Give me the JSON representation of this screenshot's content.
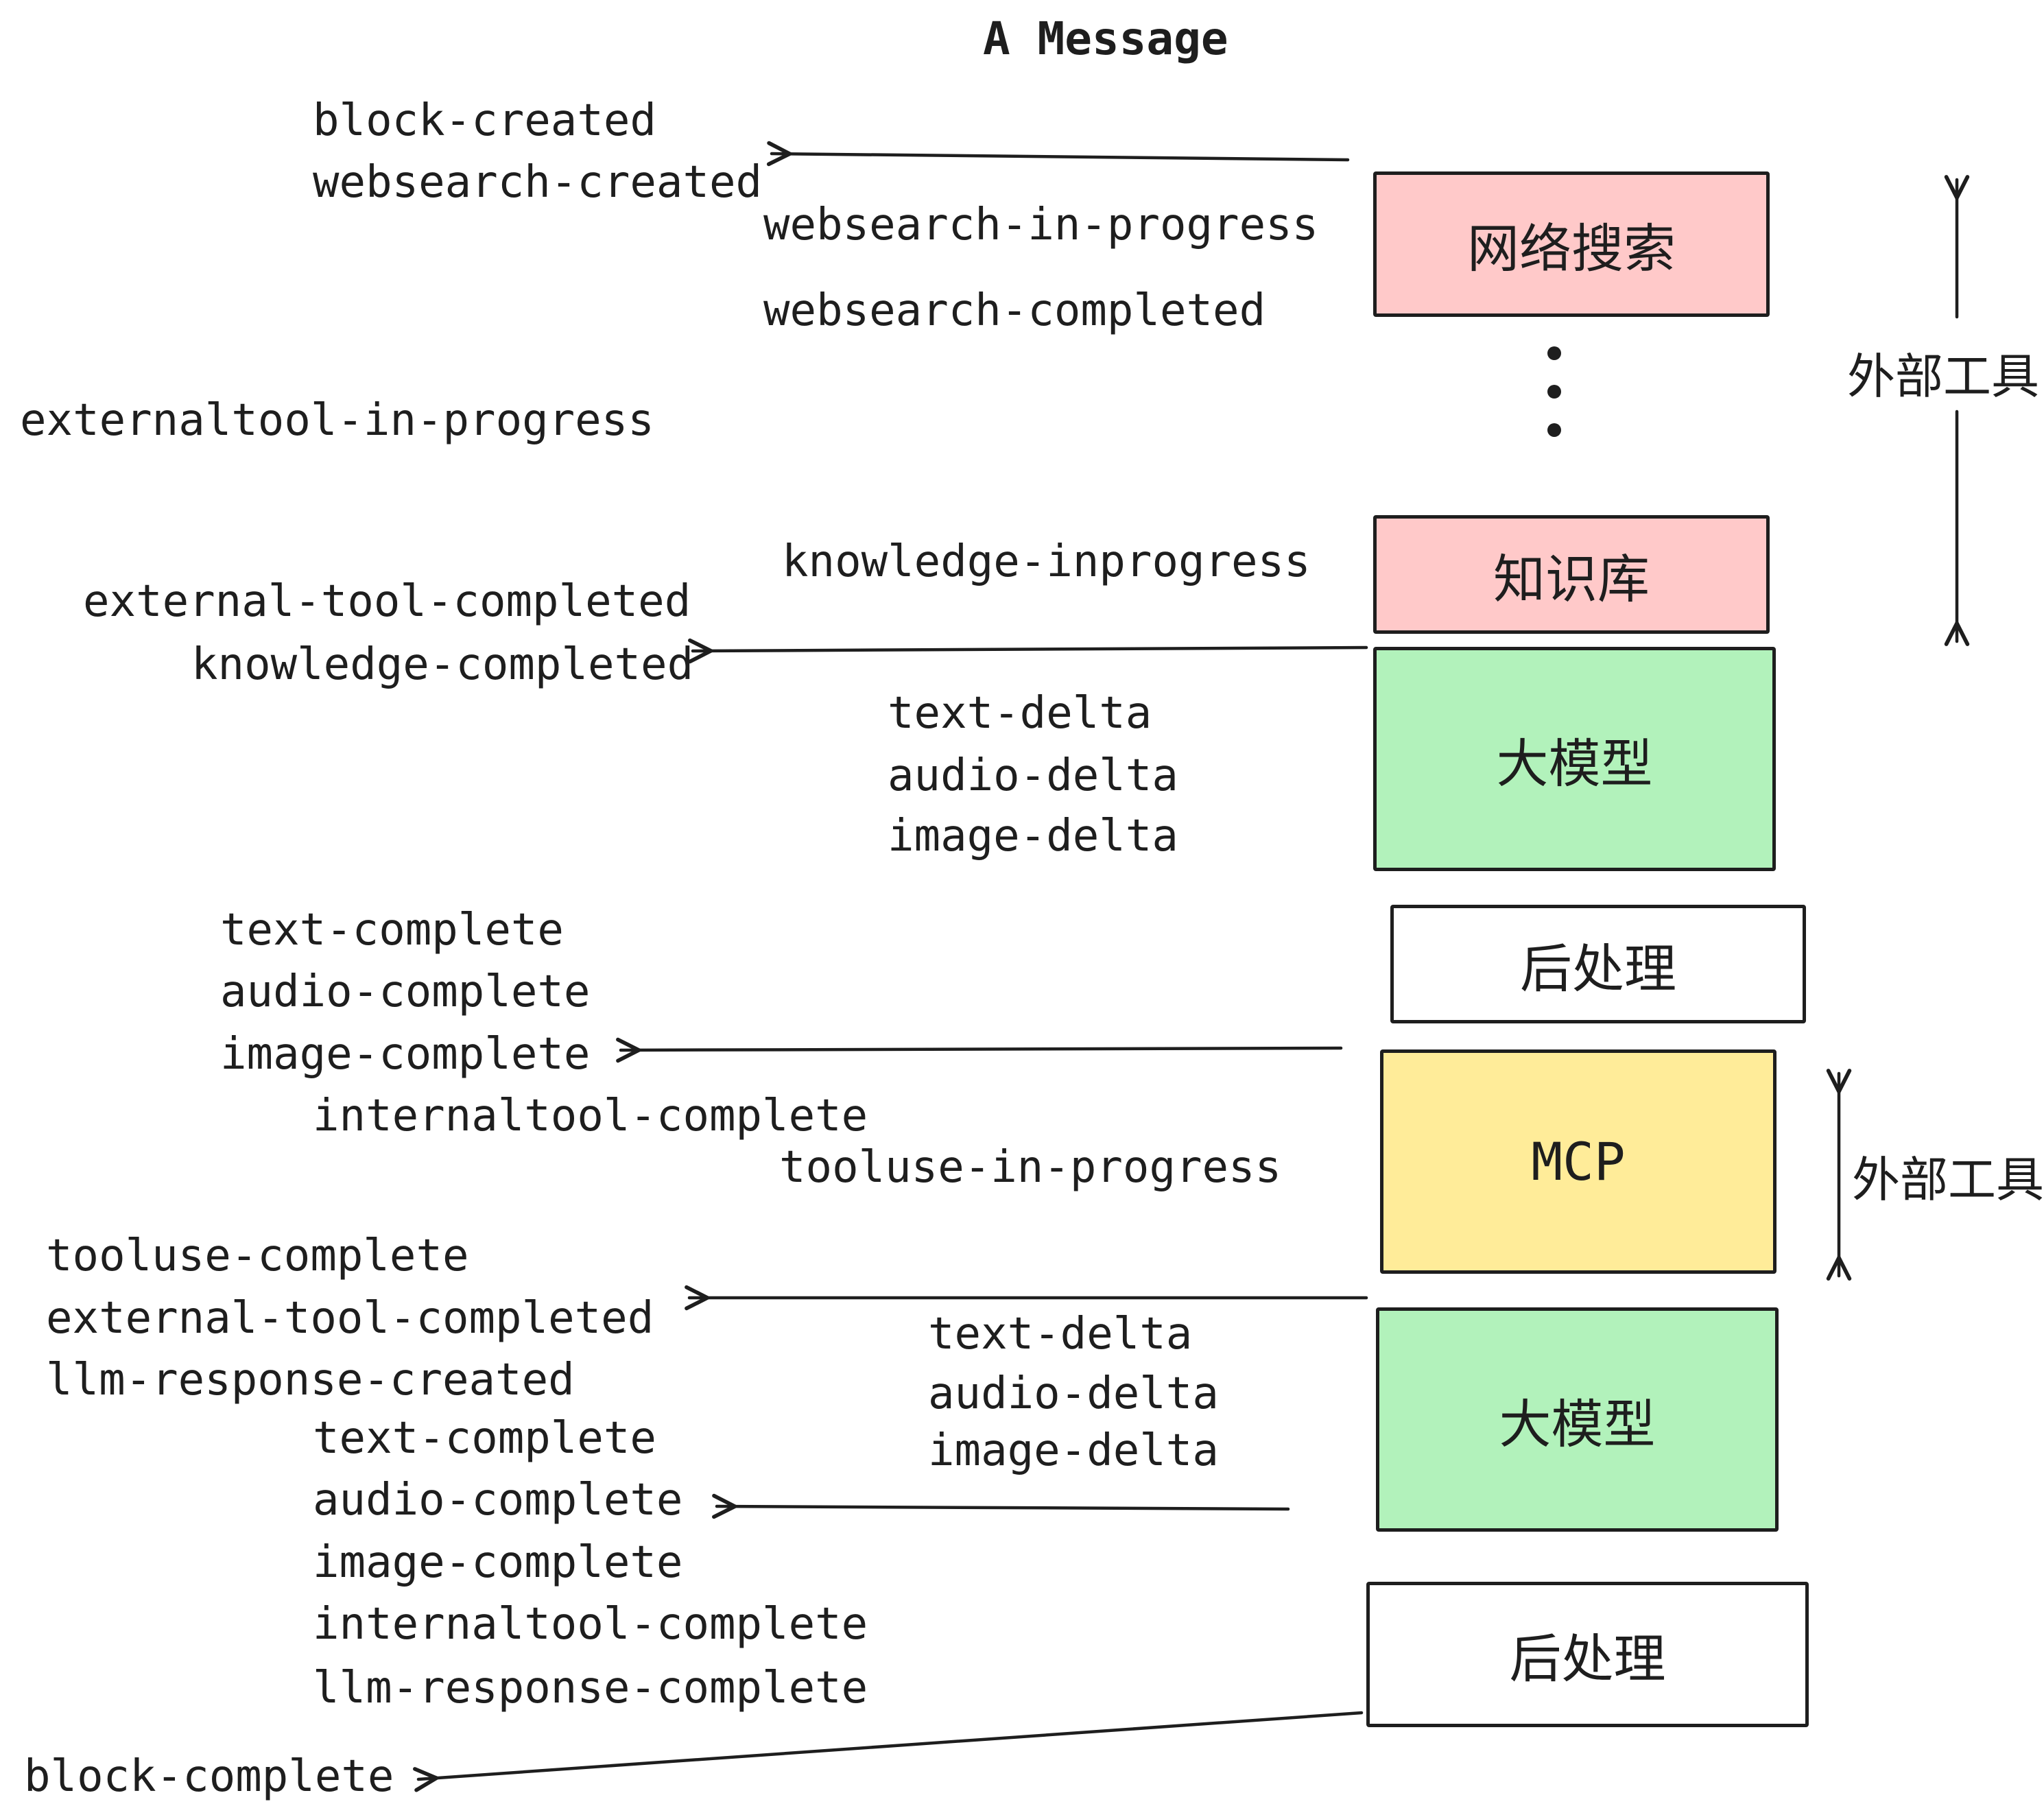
{
  "title": "A Message",
  "events": {
    "block_created": "block-created",
    "websearch_created": "websearch-created",
    "websearch_in_progress": "websearch-in-progress",
    "websearch_completed": "websearch-completed",
    "externaltool_in_progress": "externaltool-in-progress",
    "knowledge_inprogress": "knowledge-inprogress",
    "external_tool_completed": "external-tool-completed",
    "knowledge_completed": "knowledge-completed",
    "stream_deltas_1": [
      "text-delta",
      "audio-delta",
      "image-delta"
    ],
    "completes_1": [
      "text-complete",
      "audio-complete",
      "image-complete",
      "internaltool-complete"
    ],
    "tooluse_in_progress": "tooluse-in-progress",
    "tooluse_complete": "tooluse-complete",
    "external_tool_completed_2": "external-tool-completed",
    "llm_response_created": "llm-response-created",
    "stream_deltas_2": [
      "text-delta",
      "audio-delta",
      "image-delta"
    ],
    "completes_2": [
      "text-complete",
      "audio-complete",
      "image-complete",
      "internaltool-complete",
      "llm-response-complete"
    ],
    "block_complete": "block-complete"
  },
  "boxes": {
    "websearch": {
      "label": "网络搜索",
      "fill": "#ffc9c9"
    },
    "knowledge_base": {
      "label": "知识库",
      "fill": "#ffc9c9"
    },
    "llm_1": {
      "label": "大模型",
      "fill": "#b2f2bb"
    },
    "postprocess_1": {
      "label": "后处理",
      "fill": "#ffffff"
    },
    "mcp": {
      "label": "MCP",
      "fill": "#ffec99"
    },
    "llm_2": {
      "label": "大模型",
      "fill": "#b2f2bb"
    },
    "postprocess_2": {
      "label": "后处理",
      "fill": "#ffffff"
    }
  },
  "annotations": {
    "external_tools_top": "外部工具",
    "external_tools_bottom": "外部工具"
  },
  "colors": {
    "stroke": "#1e1e1e",
    "box_pink": "#ffc9c9",
    "box_green": "#b2f2bb",
    "box_yellow": "#ffec99",
    "box_white": "#ffffff",
    "background": "#ffffff"
  }
}
